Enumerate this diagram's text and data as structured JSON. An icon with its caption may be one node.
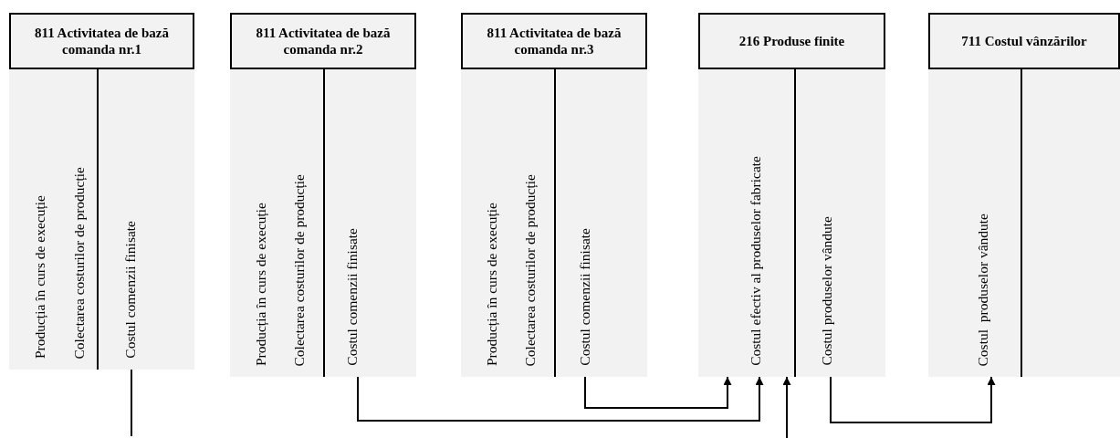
{
  "diagram": {
    "nodes": [
      {
        "text": [
          "811 Activitatea de bază comanda nr.1",
          "Producția în curs de execuție",
          "Colectarea costurilor de producție",
          "Costul comenzii finisate"
        ]
      },
      {
        "text": [
          "811 Activitatea de bază comanda nr.2",
          "Producția în curs de execuție",
          "Colectarea costurilor de producție",
          "Costul comenzii finisate"
        ]
      },
      {
        "text": [
          "811 Activitatea de bază comanda nr.3",
          "Producția în curs de execuție",
          "Colectarea costurilor de producție",
          "Costul comenzii finisate"
        ]
      },
      {
        "text": [
          "216 Produse finite",
          "Costul efectiv al produselor fabricate",
          "Costul produselor vândute"
        ]
      },
      {
        "text": [
          "711 Costul vânzărilor",
          "Costul  produselor vândute"
        ]
      }
    ],
    "edges": [
      {
        "from": 0,
        "to": null,
        "arrow": "none"
      },
      {
        "from": 1,
        "to": 3,
        "arrow": "to"
      },
      {
        "from": 2,
        "to": 3,
        "arrow": "to"
      },
      {
        "from": null,
        "to": 3,
        "arrow": "to"
      },
      {
        "from": 3,
        "to": 4,
        "arrow": "to"
      }
    ]
  }
}
